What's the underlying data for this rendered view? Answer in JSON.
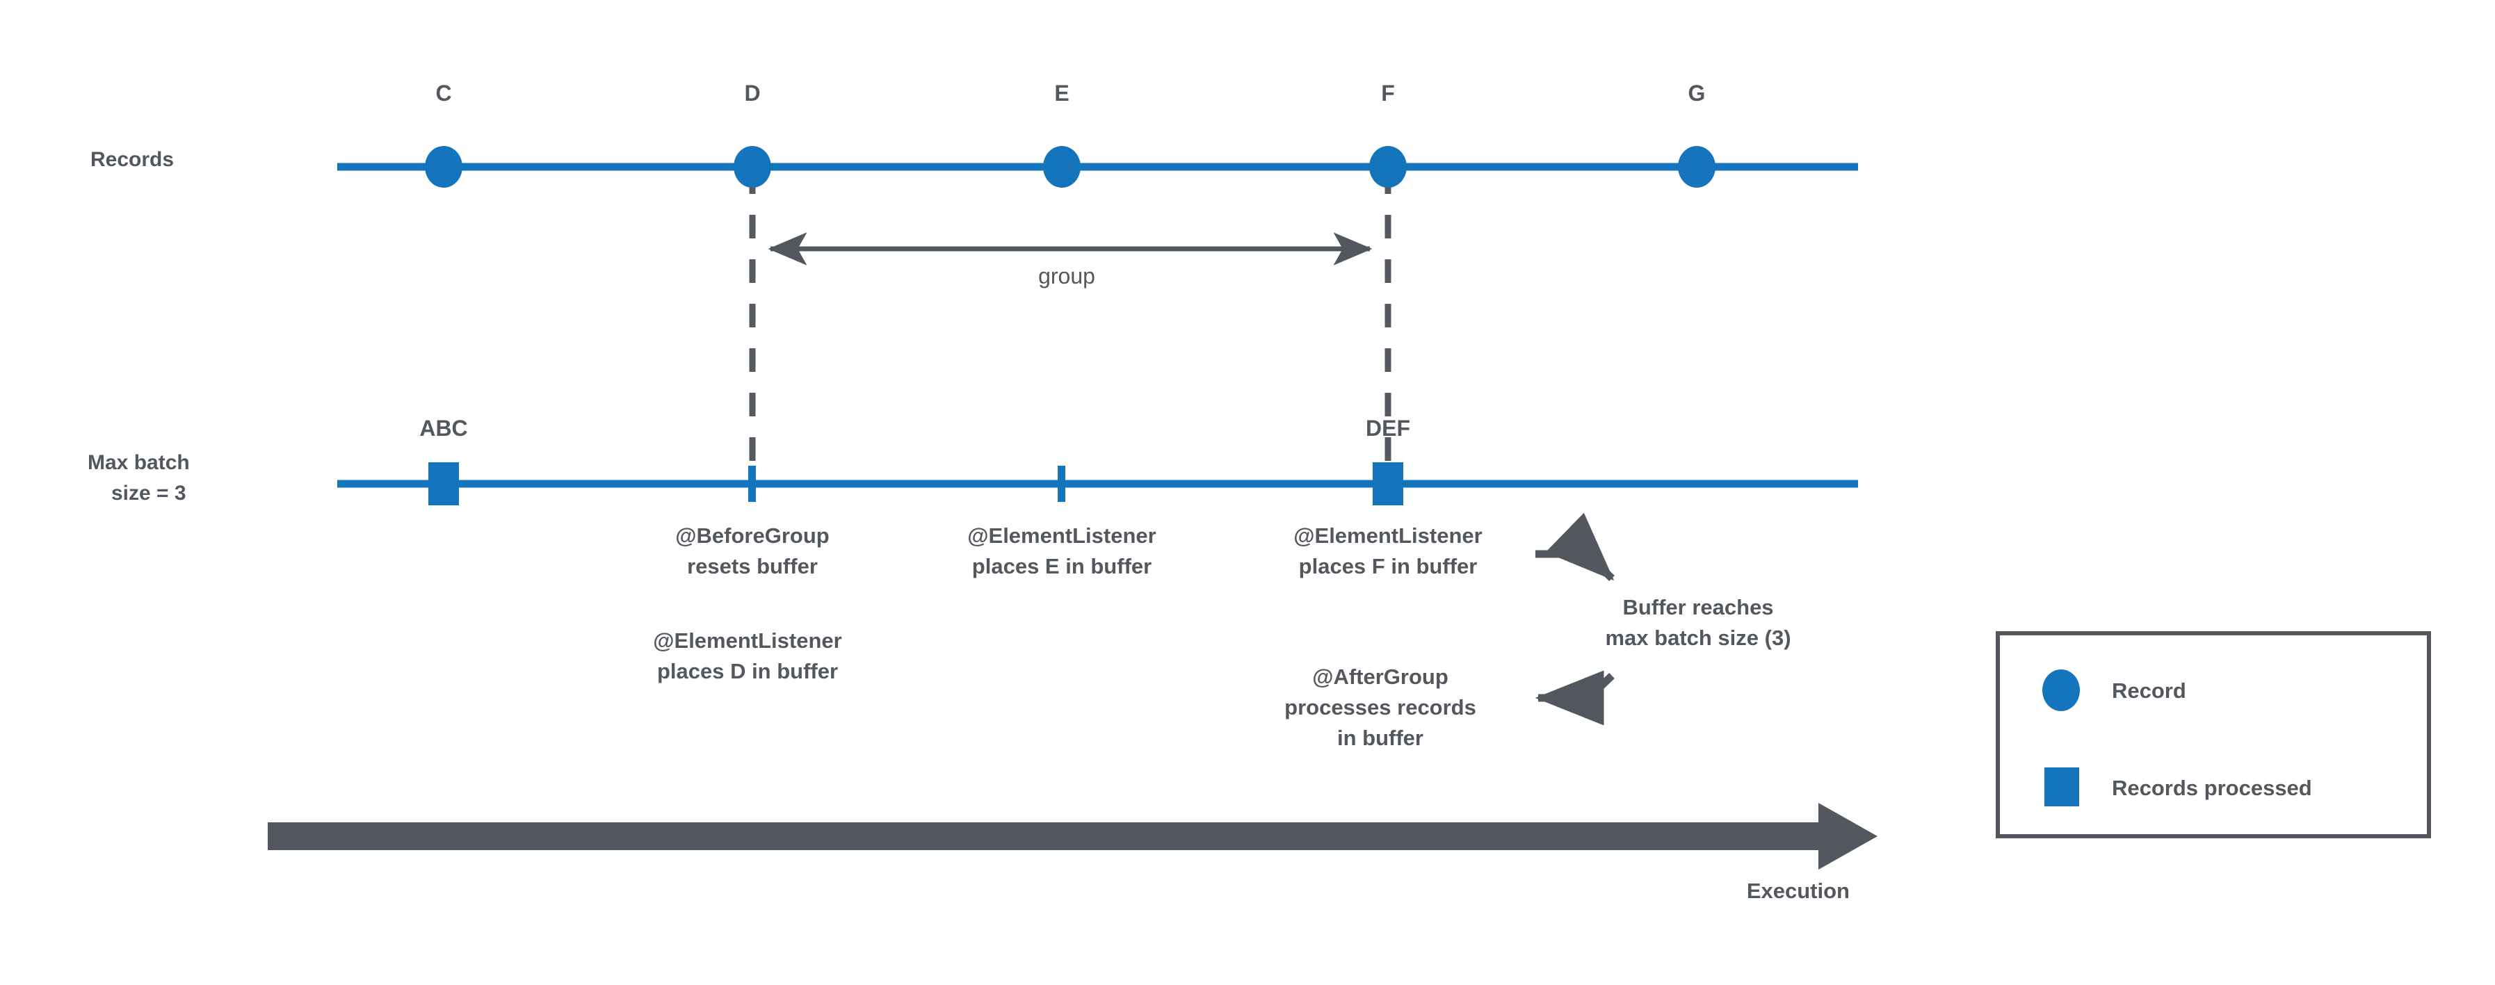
{
  "diagram": {
    "title": "Batch processing lifecycle timeline",
    "colors": {
      "record_blue": "#1474BC",
      "text_gray": "#53585E",
      "arrow_gray": "#53585E",
      "dash_gray": "#555A60",
      "legend_border": "#53585E",
      "background": "#FFFFFF"
    }
  },
  "rows": {
    "records": {
      "label": "Records",
      "markers": [
        {
          "label": "C",
          "shape": "circle"
        },
        {
          "label": "D",
          "shape": "circle"
        },
        {
          "label": "E",
          "shape": "circle"
        },
        {
          "label": "F",
          "shape": "circle"
        },
        {
          "label": "G",
          "shape": "circle"
        }
      ]
    },
    "batch": {
      "label_line1": "Max batch",
      "label_line2": "size = 3",
      "markers": [
        {
          "label": "ABC",
          "shape": "square"
        },
        {
          "label": "",
          "shape": "tick"
        },
        {
          "label": "",
          "shape": "tick"
        },
        {
          "label": "DEF",
          "shape": "square"
        }
      ]
    }
  },
  "group_span": {
    "label": "group",
    "from": "D",
    "to": "F"
  },
  "annotations": {
    "before_group": {
      "line1": "@BeforeGroup",
      "line2": "resets buffer"
    },
    "element_listener_d": {
      "line1": "@ElementListener",
      "line2": "places D in buffer"
    },
    "element_listener_e": {
      "line1": "@ElementListener",
      "line2": "places E in buffer"
    },
    "element_listener_f": {
      "line1": "@ElementListener",
      "line2": "places F in buffer"
    },
    "buffer_full": {
      "line1": "Buffer reaches",
      "line2": "max batch size (3)"
    },
    "after_group": {
      "line1": "@AfterGroup",
      "line2": "processes records",
      "line3": "in buffer"
    }
  },
  "execution_axis": {
    "label": "Execution"
  },
  "legend": {
    "items": [
      {
        "shape": "circle",
        "label": "Record"
      },
      {
        "shape": "square",
        "label": "Records processed"
      }
    ]
  }
}
